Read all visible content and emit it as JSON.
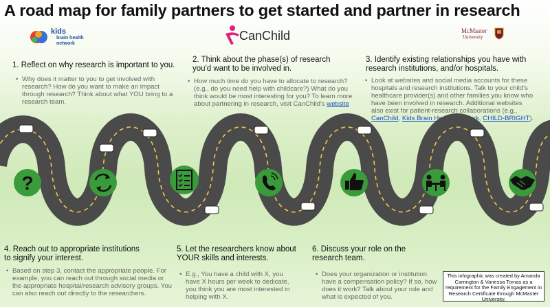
{
  "title": "A road map for family partners to get started and partner in research",
  "logos": {
    "kbh_line1": "kids",
    "kbh_line2": "brain health",
    "kbh_line3": "network",
    "canchild": "CanChild",
    "mcmaster_line1": "McMaster",
    "mcmaster_line2": "University"
  },
  "steps": [
    {
      "heading": "1. Reflect on why research is important to you.",
      "text": "Why does it matter to you to get involved with research? How do you want to make an impact through research? Think about what YOU bring to a research team."
    },
    {
      "heading_line1": "2. Think about the phase(s) of research",
      "heading_line2": "you'd want to be involved in.",
      "text": "How much time do you have to allocate to research? (e.g., do you need help with childcare?) What do you think would be most interesting for you? To learn more about partnering in research, visit CanChild's",
      "link": "website"
    },
    {
      "heading_line1": "3. Identify existing relationships you have with",
      "heading_line2": "research institutions, and/or hospitals.",
      "text": "Look at websites and social media accounts for these hospitals and research institutions. Talk to your child's healthcare provider(s) and other families you know who have been involved in research. Additional websites also exist for patient-research collaborations (e.g.,",
      "link1": "CanChild",
      "link2": "Kids Brain Health Network",
      "link3": "CHILD-BRIGHT",
      "end": ")."
    },
    {
      "heading_line1": "4. Reach out to appropriate institutions",
      "heading_line2": "to signify your interest.",
      "text": "Based on step 3, contact the appropriate people. For example, you can reach out through social media or the appropriate hospital/research advisory groups. You can also reach out directly to the researchers."
    },
    {
      "heading_line1": "5. Let the researchers know about",
      "heading_line2": "YOUR skills and interests.",
      "text": "E.g., You have a child with X, you have X hours per week to dedicate, you think you are most interested in helping with X."
    },
    {
      "heading_line1": "6. Discuss your role on the",
      "heading_line2": "research team.",
      "text": "Does your organization or institution have a compensation policy? If so, how does it work? Talk about your role and what is expected of you."
    }
  ],
  "credit": "This infographic was created by Amanda Carrington & Vanessa Tomas as a requirement for the Family Engagement in Research Certificate through McMaster University.",
  "icons": [
    "question-icon",
    "cycle-arrows-icon",
    "checklist-icon",
    "phone-icon",
    "thumbs-up-icon",
    "meeting-icon",
    "handshake-icon"
  ],
  "colors": {
    "road": "#4a4a4a",
    "road_line": "#f2c84b",
    "circle": "#3a9b3a",
    "link": "#1a4fc0"
  }
}
